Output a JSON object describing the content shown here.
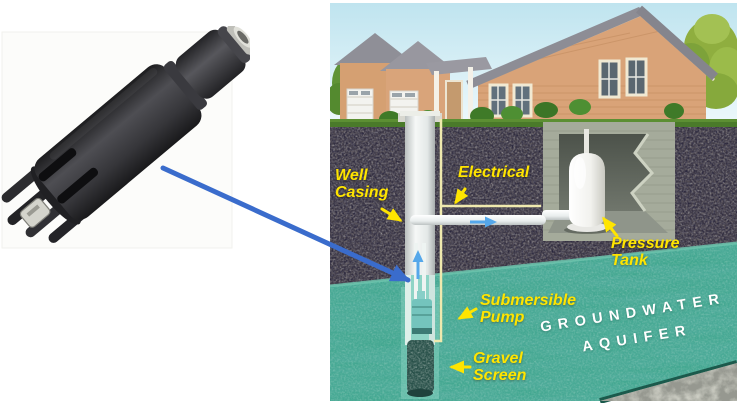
{
  "photo": {
    "subject": "submersible-well-pump-probe"
  },
  "diagram": {
    "labels": {
      "well_casing": [
        "Well",
        "Casing"
      ],
      "electrical": [
        "Electrical"
      ],
      "pressure_tank": [
        "Pressure",
        "Tank"
      ],
      "submersible_pump": [
        "Submersible",
        "Pump"
      ],
      "gravel_screen": [
        "Gravel",
        "Screen"
      ],
      "groundwater_aquifer": [
        "GROUNDWATER",
        "AQUIFER"
      ]
    },
    "colors": {
      "label_yellow": "#ffe500",
      "pointer_arrow_blue": "#3a6ccc",
      "flow_arrow_blue": "#55a7ea",
      "aquifer_teal": "#41a78f",
      "soil_gray": "#4e4850",
      "aquifer_text_white": "#ffffff",
      "wire_yellow": "#efe9ae"
    }
  }
}
